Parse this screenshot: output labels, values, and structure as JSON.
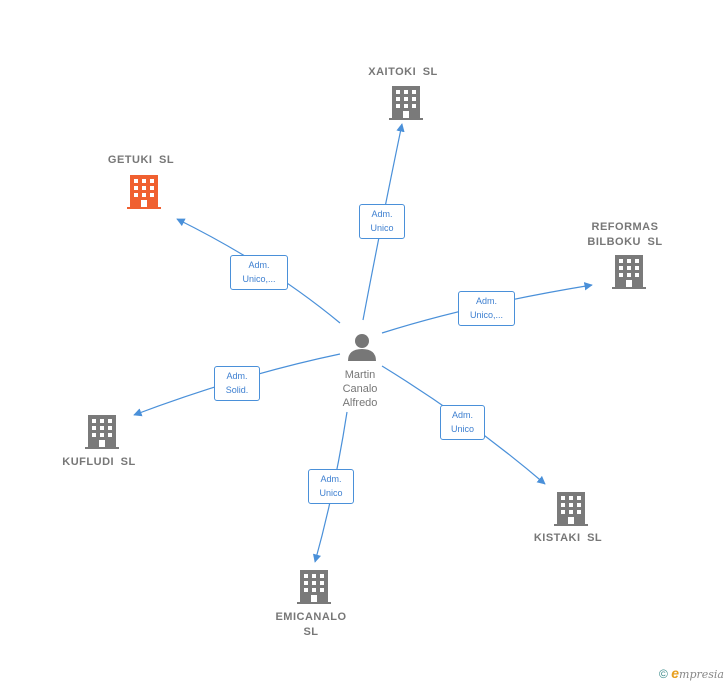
{
  "person": {
    "name_lines": [
      "Martin",
      "Canalo",
      "Alfredo"
    ]
  },
  "companies": {
    "xaitoki": {
      "name": "XAITOKI SL"
    },
    "getuki": {
      "name": "GETUKI SL",
      "highlight_color": "#f06030"
    },
    "reformas": {
      "name_lines": [
        "REFORMAS",
        "BILBOKU SL"
      ]
    },
    "kufludi": {
      "name": "KUFLUDI SL"
    },
    "kistaki": {
      "name": "KISTAKI SL"
    },
    "emicanalo": {
      "name_lines": [
        "EMICANALO",
        "SL"
      ]
    }
  },
  "edges": {
    "xaitoki": {
      "line1": "Adm.",
      "line2": "Unico"
    },
    "getuki": {
      "line1": "Adm.",
      "line2": "Unico,..."
    },
    "reformas": {
      "line1": "Adm.",
      "line2": "Unico,..."
    },
    "kufludi": {
      "line1": "Adm.",
      "line2": "Solid."
    },
    "kistaki": {
      "line1": "Adm.",
      "line2": "Unico"
    },
    "emicanalo": {
      "line1": "Adm.",
      "line2": "Unico"
    }
  },
  "colors": {
    "edge": "#4a90d9",
    "building": "#7a7a7a",
    "highlight": "#f06030",
    "person": "#777777"
  },
  "footer": {
    "copyright": "©",
    "brand_initial": "e",
    "brand_rest": "mpresia"
  }
}
